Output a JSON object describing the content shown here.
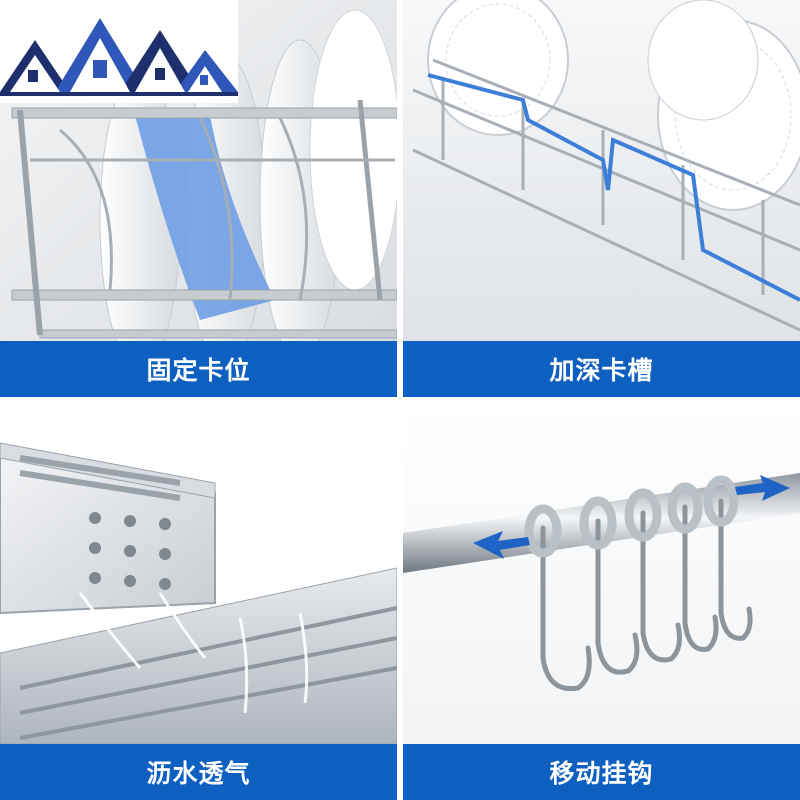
{
  "panels": [
    {
      "caption": "固定卡位"
    },
    {
      "caption": "加深卡槽"
    },
    {
      "caption": "沥水透气"
    },
    {
      "caption": "移动挂钩"
    }
  ],
  "colors": {
    "caption_bg": "#0d5fc0",
    "accent_blue": "#3d7fd8",
    "logo_navy": "#1f2f6e",
    "logo_blue": "#2f57b9"
  },
  "icons": [
    "house-roof-logo-icon"
  ]
}
